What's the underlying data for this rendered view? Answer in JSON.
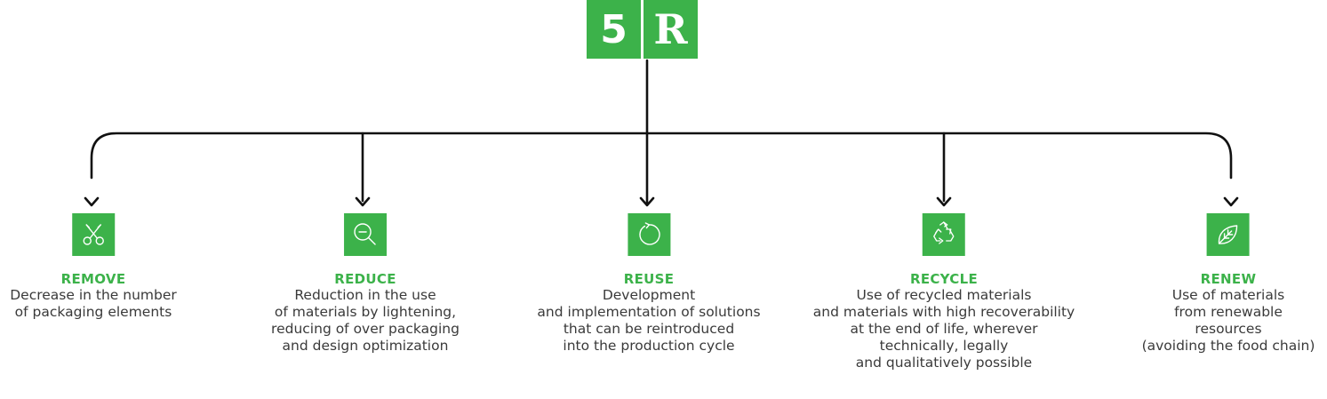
{
  "logo": {
    "digit": "5",
    "letter": "R"
  },
  "colors": {
    "accent": "#3cb24a",
    "line": "#111111",
    "text": "#3a3a3a"
  },
  "items": [
    {
      "title": "REMOVE",
      "icon": "scissors-icon",
      "lines": [
        "Decrease in the number",
        "of packaging elements"
      ]
    },
    {
      "title": "REDUCE",
      "icon": "magnifier-minus-icon",
      "lines": [
        "Reduction in the use",
        "of materials by lightening,",
        "reducing of over packaging",
        "and design optimization"
      ]
    },
    {
      "title": "REUSE",
      "icon": "refresh-icon",
      "lines": [
        "Development",
        "and implementation of solutions",
        "that can be reintroduced",
        "into the production cycle"
      ]
    },
    {
      "title": "RECYCLE",
      "icon": "recycle-icon",
      "lines": [
        "Use of recycled materials",
        "and materials with high recoverability",
        "at the end of life, wherever",
        "technically, legally",
        "and qualitatively possible"
      ]
    },
    {
      "title": "RENEW",
      "icon": "leaf-icon",
      "lines": [
        "Use of materials",
        "from renewable",
        "resources",
        "(avoiding the food chain)"
      ]
    }
  ]
}
